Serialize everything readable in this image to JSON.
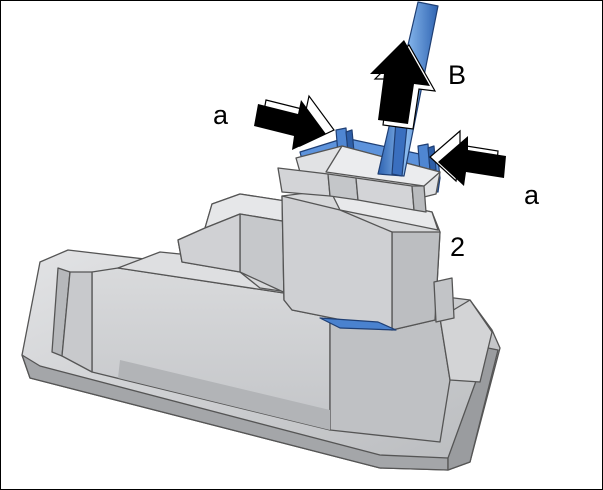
{
  "labels": {
    "clip_left": "a",
    "clip_right": "a",
    "direction": "B",
    "part_number": "2"
  },
  "colors": {
    "housing": "#cfd0d2",
    "housing_dark": "#a9abae",
    "connector_blue": "#3f78c8",
    "connector_blue_light": "#7fb0ea",
    "arrow": "#000000"
  },
  "icons": {
    "clip_arrow": "press-arrow",
    "pull_arrow": "pull-up-arrow"
  }
}
